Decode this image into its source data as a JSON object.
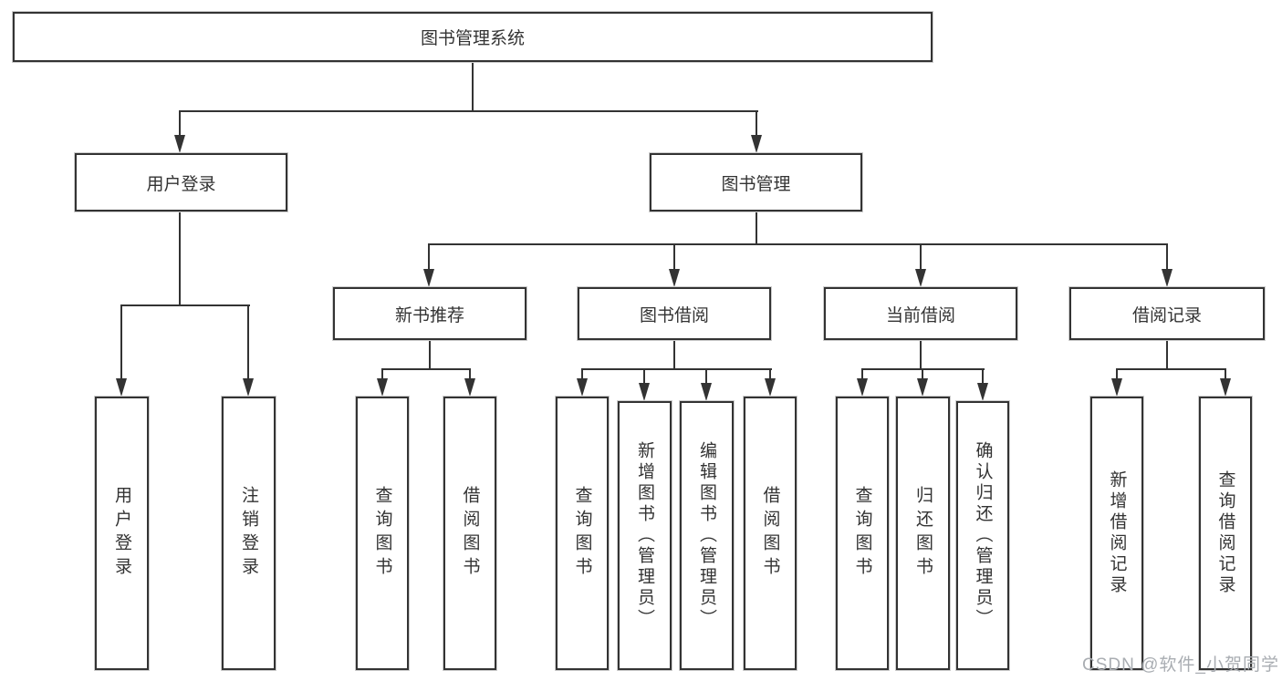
{
  "diagram": {
    "root": {
      "label": "图书管理系统"
    },
    "branches": [
      {
        "label": "用户登录",
        "children": [
          {
            "label": "用户登录"
          },
          {
            "label": "注销登录"
          }
        ]
      },
      {
        "label": "图书管理",
        "children": [
          {
            "label": "新书推荐",
            "children": [
              {
                "label": "查询图书"
              },
              {
                "label": "借阅图书"
              }
            ]
          },
          {
            "label": "图书借阅",
            "children": [
              {
                "label": "查询图书"
              },
              {
                "label": "新增图书（管理员）"
              },
              {
                "label": "编辑图书（管理员）"
              },
              {
                "label": "借阅图书"
              }
            ]
          },
          {
            "label": "当前借阅",
            "children": [
              {
                "label": "查询图书"
              },
              {
                "label": "归还图书"
              },
              {
                "label": "确认归还（管理员）"
              }
            ]
          },
          {
            "label": "借阅记录",
            "children": [
              {
                "label": "新增借阅记录"
              },
              {
                "label": "查询借阅记录"
              }
            ]
          }
        ]
      }
    ]
  },
  "watermark": {
    "text": "CSDN @软件_小贺同学"
  },
  "colors": {
    "line": "#333333",
    "text": "#333333",
    "background": "#ffffff",
    "watermark": "#a9adb2"
  }
}
